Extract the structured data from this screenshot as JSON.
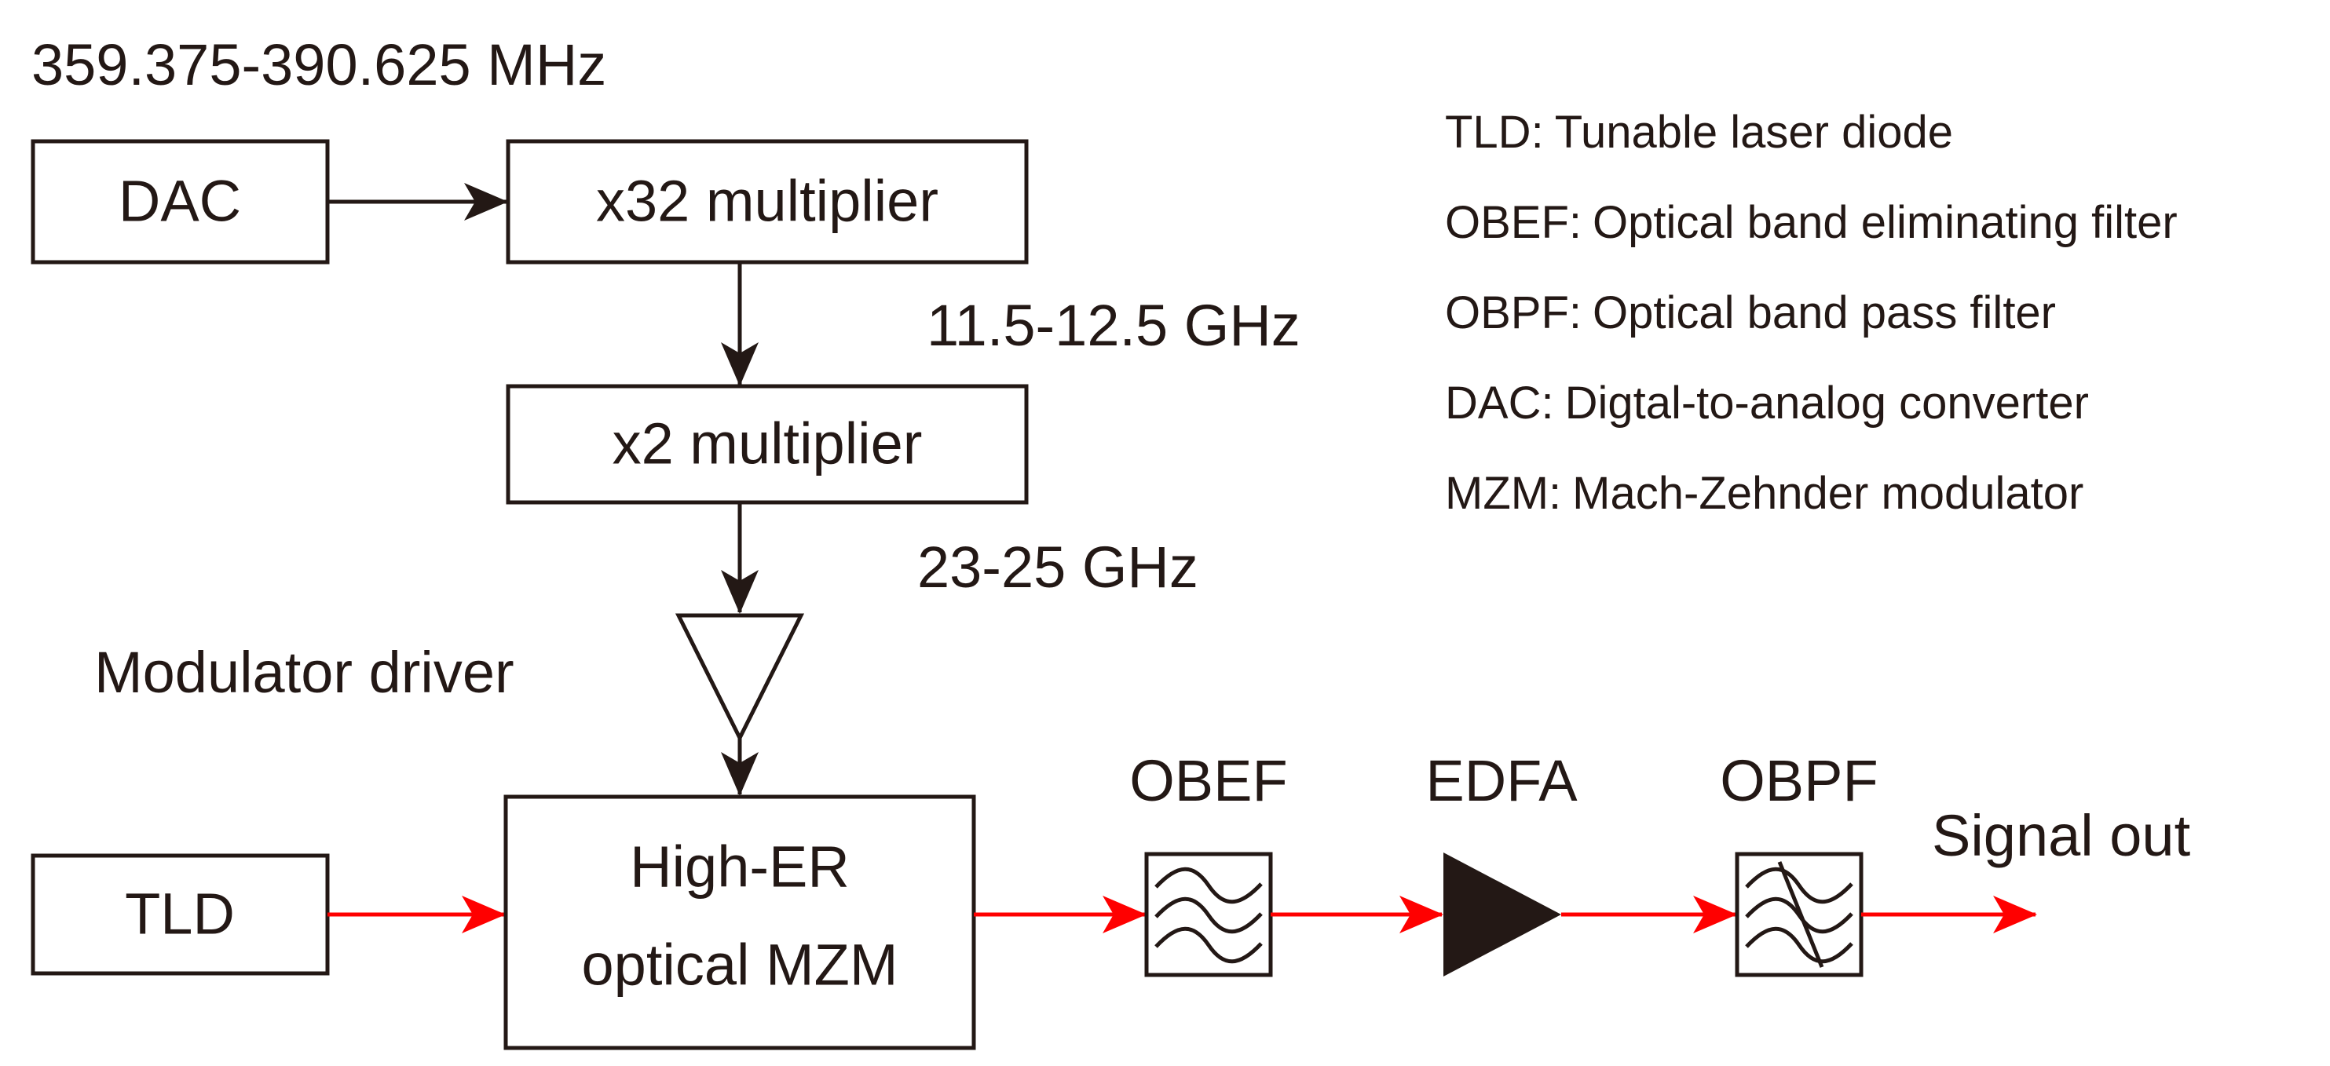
{
  "diagram": {
    "frequencies": {
      "dac_output": "359.375-390.625 MHz",
      "x32_output": "11.5-12.5 GHz",
      "x2_output": "23-25 GHz"
    },
    "blocks": {
      "dac": "DAC",
      "x32_multiplier": "x32 multiplier",
      "x2_multiplier": "x2 multiplier",
      "tld": "TLD",
      "mzm_line1": "High-ER",
      "mzm_line2": "optical MZM"
    },
    "components": {
      "modulator_driver": "Modulator driver",
      "obef": "OBEF",
      "edfa": "EDFA",
      "obpf": "OBPF",
      "signal_out": "Signal out"
    },
    "legend": [
      {
        "abbr": "TLD:",
        "desc": "Tunable laser diode"
      },
      {
        "abbr": "OBEF:",
        "desc": "Optical band eliminating filter"
      },
      {
        "abbr": "OBPF:",
        "desc": "Optical band pass filter"
      },
      {
        "abbr": "DAC:",
        "desc": "Digtal-to-analog converter"
      },
      {
        "abbr": "MZM:",
        "desc": "Mach-Zehnder modulator"
      }
    ],
    "colors": {
      "ink": "#231815",
      "optical_path": "#ff0000"
    }
  }
}
